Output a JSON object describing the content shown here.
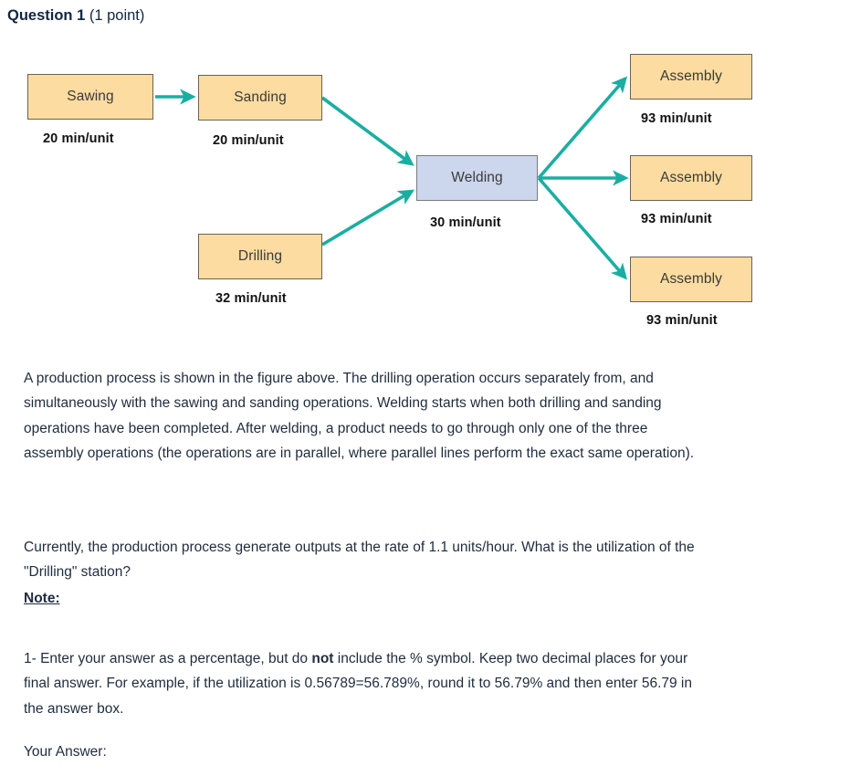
{
  "header": {
    "title": "Question 1",
    "points": "(1 point)"
  },
  "diagram": {
    "arrow_color": "#1aaea2",
    "tan_fill": "#fcdca0",
    "blue_fill": "#ccd6ec",
    "nodes": [
      {
        "id": "sawing",
        "label": "Sawing",
        "rate": "20 min/unit"
      },
      {
        "id": "sanding",
        "label": "Sanding",
        "rate": "20 min/unit"
      },
      {
        "id": "drilling",
        "label": "Drilling",
        "rate": "32 min/unit"
      },
      {
        "id": "welding",
        "label": "Welding",
        "rate": "30 min/unit"
      },
      {
        "id": "assembly_1",
        "label": "Assembly",
        "rate": "93 min/unit"
      },
      {
        "id": "assembly_2",
        "label": "Assembly",
        "rate": "93 min/unit"
      },
      {
        "id": "assembly_3",
        "label": "Assembly",
        "rate": "93 min/unit"
      }
    ]
  },
  "body": {
    "description": "A production process is shown in the figure above. The drilling operation occurs separately from, and simultaneously with the sawing and sanding operations. Welding starts when both drilling and sanding operations have been completed. After welding, a product needs to go through only one of the three assembly operations (the operations are in parallel, where parallel lines perform the exact same operation).",
    "question": "Currently, the production process generate outputs at the rate of 1.1 units/hour. What is the utilization of the \"Drilling\" station?",
    "note_heading": "Note:",
    "note_part_1": "1- Enter your answer as a percentage, but do ",
    "note_bold": "not",
    "note_part_2": " include the % symbol. Keep two decimal places for your final answer. For example, if the utilization is 0.56789=56.789%, round it to 56.79% and then enter 56.79 in the answer box.",
    "your_answer_label": "Your Answer:"
  }
}
